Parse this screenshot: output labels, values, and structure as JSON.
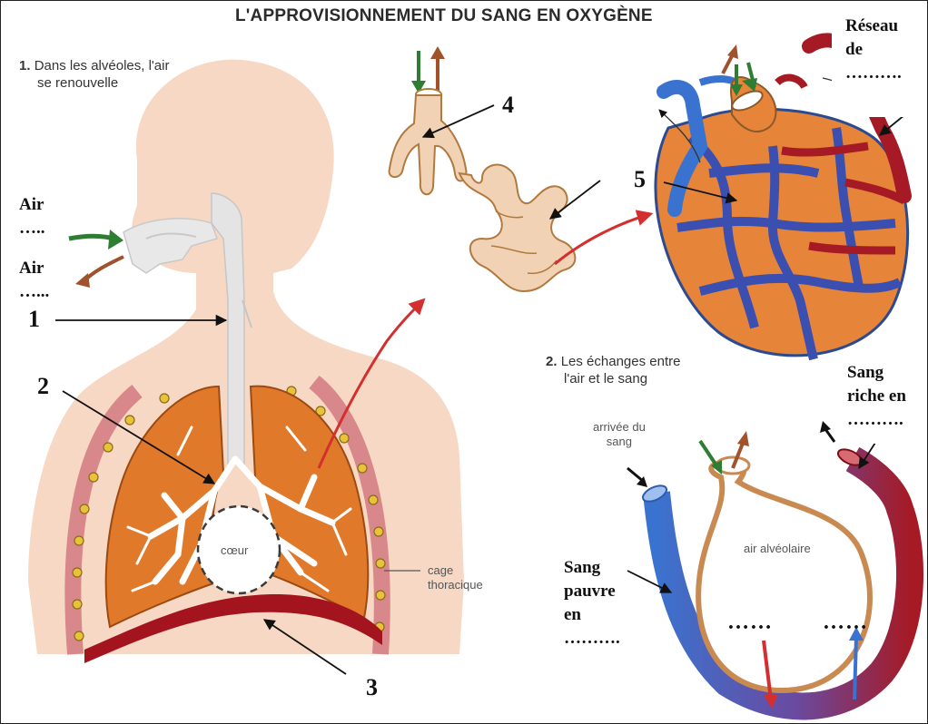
{
  "title": "L'APPROVISIONNEMENT DU SANG EN OXYGÈNE",
  "section1": {
    "num": "1.",
    "line1": "Dans les alvéoles, l'air",
    "line2": "se renouvelle"
  },
  "section2": {
    "num": "2.",
    "line1": "Les échanges entre",
    "line2": "l'air et le sang"
  },
  "labels": {
    "air_in": {
      "word": "Air",
      "dots": "….."
    },
    "air_out": {
      "word": "Air",
      "dots": "…..."
    },
    "reseau": {
      "line1": "Réseau",
      "line2": "de",
      "line3": "………."
    },
    "sang_riche": {
      "line1": "Sang",
      "line2": "riche en",
      "line3": "………."
    },
    "sang_pauvre": {
      "line1": "Sang",
      "line2": "pauvre",
      "line3": "en",
      "line4": "………."
    },
    "blank_left": "……",
    "blank_right": "……"
  },
  "numbers": {
    "n1": "1",
    "n2": "2",
    "n3": "3",
    "n4": "4",
    "n5": "5"
  },
  "figure_text": {
    "coeur": "cœur",
    "cage_line1": "cage",
    "cage_line2": "thoracique",
    "arrivee_line1": "arrivée du",
    "arrivee_line2": "sang",
    "air_alveolaire": "air alvéolaire"
  },
  "colors": {
    "skin": "#f7d8c4",
    "airway": "#e4e4e4",
    "lung": "#e07a2a",
    "rib": "#d8888a",
    "diaphragm": "#a3141e",
    "vessel_blue": "#3a73cf",
    "vessel_red": "#a51a25",
    "alveolus": "#c98a52",
    "arrow_green": "#2e7d32",
    "arrow_brown": "#a0522d",
    "arrow_red": "#d32f2f"
  }
}
